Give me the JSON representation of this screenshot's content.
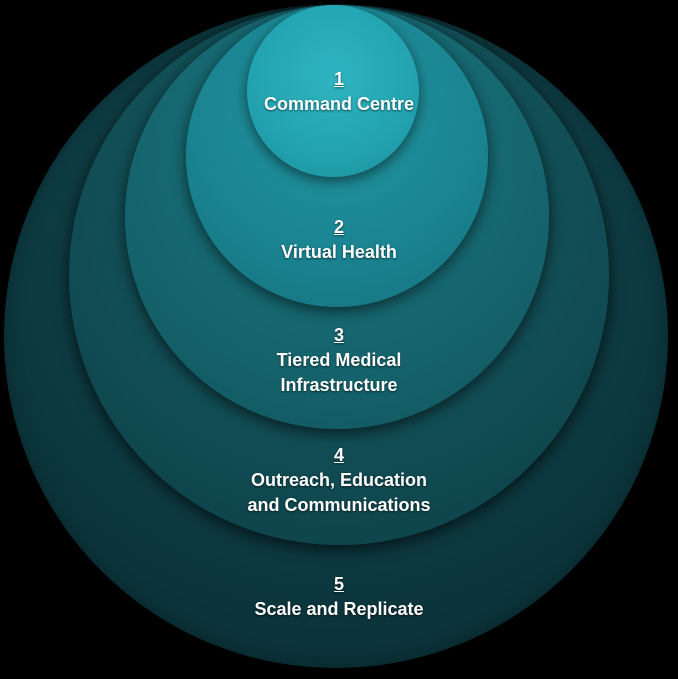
{
  "layers": [
    {
      "number": "1",
      "lines": [
        "Command Centre"
      ]
    },
    {
      "number": "2",
      "lines": [
        "Virtual Health"
      ]
    },
    {
      "number": "3",
      "lines": [
        "Tiered Medical",
        "Infrastructure"
      ]
    },
    {
      "number": "4",
      "lines": [
        "Outreach, Education",
        "and Communications"
      ]
    },
    {
      "number": "5",
      "lines": [
        "Scale and Replicate"
      ]
    }
  ],
  "colors": {
    "background": "#000000",
    "layer_1": "#23a3b0",
    "layer_2": "#1a8390",
    "layer_3": "#15646d",
    "layer_4": "#114c54",
    "layer_5": "#0d3a41",
    "text": "#ffffff"
  }
}
